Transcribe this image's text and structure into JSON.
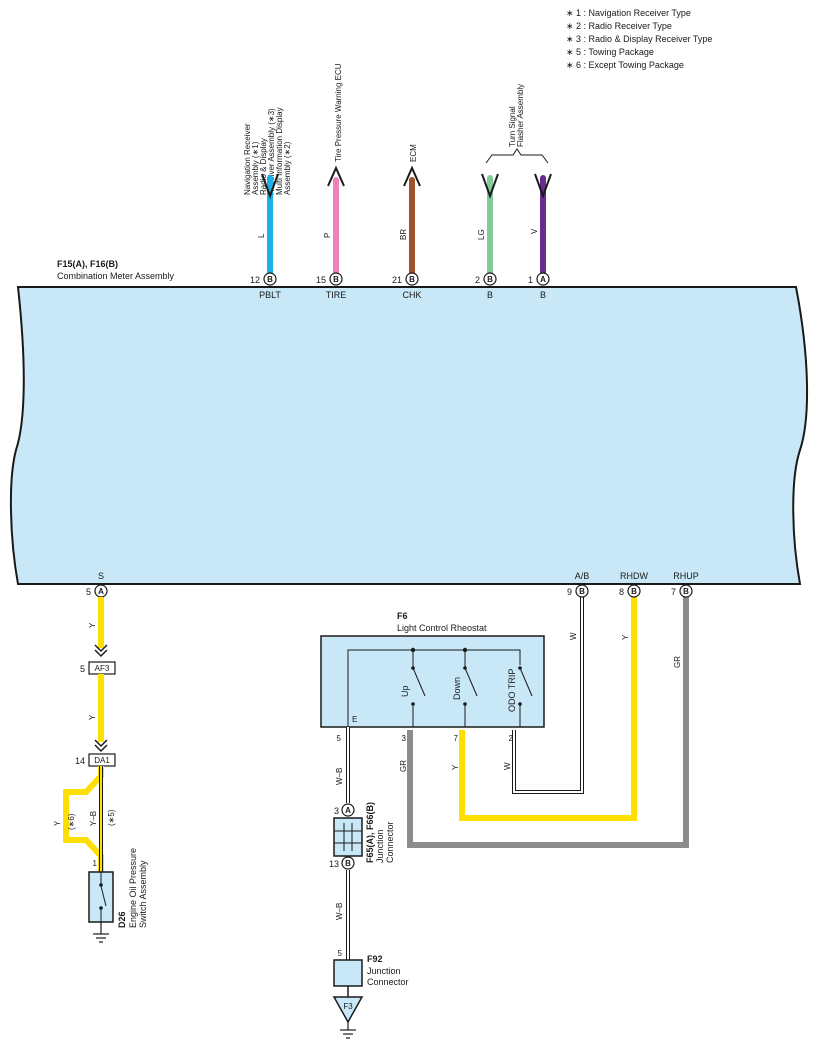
{
  "notes": [
    "∗ 1 : Navigation Receiver Type",
    "∗ 2 : Radio Receiver Type",
    "∗ 3 : Radio & Display Receiver Type",
    "∗ 5 : Towing Package",
    "∗ 6 : Except Towing Package"
  ],
  "meter": {
    "code": "F15(A), F16(B)",
    "name": "Combination Meter Assembly"
  },
  "top_pins": [
    {
      "num": "12",
      "conn": "B",
      "sig": "PBLT",
      "wire": "L",
      "color": "#1ab0e8"
    },
    {
      "num": "15",
      "conn": "B",
      "sig": "TIRE",
      "wire": "P",
      "color": "#f080b8"
    },
    {
      "num": "21",
      "conn": "B",
      "sig": "CHK",
      "wire": "BR",
      "color": "#a0522d"
    },
    {
      "num": "2",
      "conn": "B",
      "sig": "B",
      "wire": "LG",
      "color": "#7fcc9a"
    },
    {
      "num": "1",
      "conn": "A",
      "sig": "B",
      "wire": "V",
      "color": "#6a2d8f"
    }
  ],
  "top_dest": {
    "nav_lines": [
      "Navigation Receiver",
      "Assembly (∗1)",
      "Radio & Display",
      "Receiver Assembly (∗3)",
      "Multi Information Display",
      "Assembly (∗2)"
    ],
    "tire": "Tire Pressure Warning ECU",
    "ecm": "ECM",
    "turn_lines": [
      "Turn Signal",
      "Flasher Assembly"
    ]
  },
  "bottom_pins": [
    {
      "num": "5",
      "conn": "A",
      "sig": "S"
    },
    {
      "num": "9",
      "conn": "B",
      "sig": "A/B"
    },
    {
      "num": "8",
      "conn": "B",
      "sig": "RHDW"
    },
    {
      "num": "7",
      "conn": "B",
      "sig": "RHUP"
    }
  ],
  "rheostat": {
    "code": "F6",
    "name": "Light Control Rheostat",
    "switches": [
      "Up",
      "Down",
      "ODO TRIP"
    ],
    "ground_label": "E",
    "pins": [
      "5",
      "3",
      "7",
      "2"
    ]
  },
  "wires": {
    "y": "Y",
    "w": "W",
    "gr": "GR",
    "wb": "W–B",
    "yb": "Y–B"
  },
  "wire_colors": {
    "yellow": "#ffdf00",
    "gray": "#8c8c8c",
    "white": "#ffffff",
    "black": "#1a1a1a",
    "body": "#c8e8f8"
  },
  "left_chain": {
    "pin5": "5",
    "af3": "AF3",
    "pin14": "14",
    "da1": "DA1",
    "note6": "(∗6)",
    "note5": "(∗5)",
    "pin1": "1",
    "switch_code": "D26",
    "switch_lines": [
      "Engine Oil Pressure",
      "Switch Assembly"
    ]
  },
  "junction": {
    "top_num": "3",
    "top_conn": "A",
    "bot_num": "13",
    "bot_conn": "B",
    "code": "F65(A), F66(B)",
    "name_lines": [
      "Junction",
      "Connector"
    ]
  },
  "f92": {
    "pin": "5",
    "code": "F92",
    "name_lines": [
      "Junction",
      "Connector"
    ],
    "ground": "F3"
  }
}
